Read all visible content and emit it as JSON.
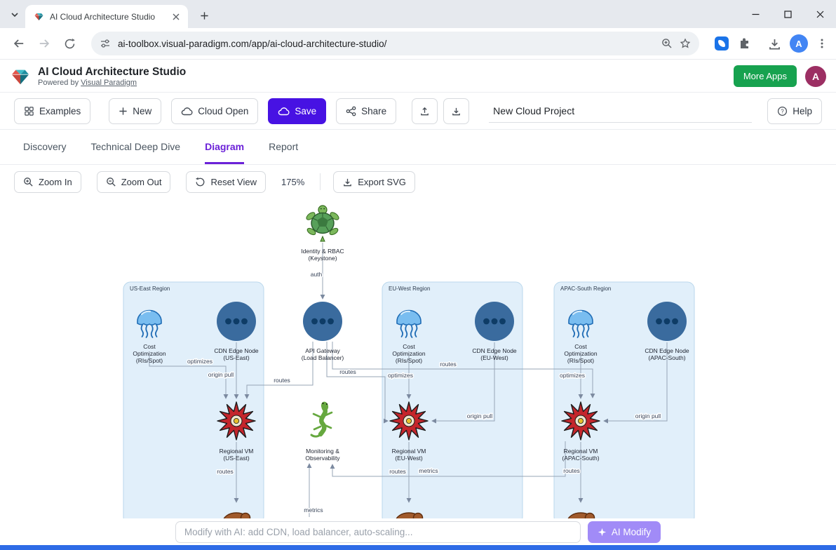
{
  "browser": {
    "tab_title": "AI Cloud Architecture Studio",
    "url": "ai-toolbox.visual-paradigm.com/app/ai-cloud-architecture-studio/",
    "avatar_letter": "A"
  },
  "header": {
    "title": "AI Cloud Architecture Studio",
    "powered_by": "Powered by",
    "powered_link": "Visual Paradigm",
    "more_apps_label": "More Apps",
    "avatar_letter": "A"
  },
  "toolbar": {
    "examples_label": "Examples",
    "new_label": "New",
    "cloud_open_label": "Cloud Open",
    "save_label": "Save",
    "share_label": "Share",
    "project_name": "New Cloud Project",
    "help_label": "Help"
  },
  "tabs": [
    {
      "label": "Discovery"
    },
    {
      "label": "Technical Deep Dive"
    },
    {
      "label": "Diagram"
    },
    {
      "label": "Report"
    }
  ],
  "diagram_toolbar": {
    "zoom_in_label": "Zoom In",
    "zoom_out_label": "Zoom Out",
    "reset_label": "Reset View",
    "zoom_level": "175%",
    "export_label": "Export SVG"
  },
  "ai_bar": {
    "placeholder": "Modify with AI: add CDN, load balancer, auto-scaling...",
    "button_label": "AI Modify"
  },
  "diagram": {
    "regions": [
      {
        "label": "US-East Region"
      },
      {
        "label": "EU-West Region"
      },
      {
        "label": "APAC-South Region"
      }
    ],
    "nodes": {
      "identity": {
        "lines": [
          "Identity & RBAC",
          "(Keystone)"
        ]
      },
      "gateway": {
        "lines": [
          "API Gateway",
          "(Load Balancer)"
        ]
      },
      "monitoring": {
        "lines": [
          "Monitoring &",
          "Observability"
        ]
      },
      "us_cost": {
        "lines": [
          "Cost",
          "Optimization",
          "(RIs/Spot)"
        ]
      },
      "us_cdn": {
        "lines": [
          "CDN Edge Node",
          "(US-East)"
        ]
      },
      "us_vm": {
        "lines": [
          "Regional VM",
          "(US-East)"
        ]
      },
      "eu_cost": {
        "lines": [
          "Cost",
          "Optimization",
          "(RIs/Spot)"
        ]
      },
      "eu_cdn": {
        "lines": [
          "CDN Edge Node",
          "(EU-West)"
        ]
      },
      "eu_vm": {
        "lines": [
          "Regional VM",
          "(EU-West)"
        ]
      },
      "ap_cost": {
        "lines": [
          "Cost",
          "Optimization",
          "(RIs/Spot)"
        ]
      },
      "ap_cdn": {
        "lines": [
          "CDN Edge Node",
          "(APAC-South)"
        ]
      },
      "ap_vm": {
        "lines": [
          "Regional VM",
          "(APAC-South)"
        ]
      }
    },
    "edge_labels": {
      "auth": "auth",
      "routes": "routes",
      "optimizes": "optimizes",
      "origin_pull": "origin pull",
      "metrics": "metrics"
    }
  },
  "colors": {
    "save_button": "#4712E3",
    "active_tab": "#6B21D8",
    "more_apps_green": "#17A24F",
    "ai_button": "#A18BF7",
    "region_fill": "#E1EFFA",
    "node_circle": "#3A6B9E",
    "bottom_strip": "#2E6BE6"
  }
}
